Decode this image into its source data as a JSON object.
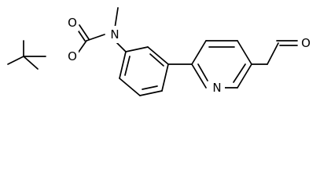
{
  "structure": {
    "atoms": {
      "carbamate_O_carbonyl": "O",
      "carbamate_O_ester": "O",
      "amine_N": "N",
      "pyridine_N": "N",
      "aldehyde_O": "O"
    },
    "colors": {
      "bond": "#000000",
      "label": "#000000",
      "background": "#ffffff"
    }
  }
}
